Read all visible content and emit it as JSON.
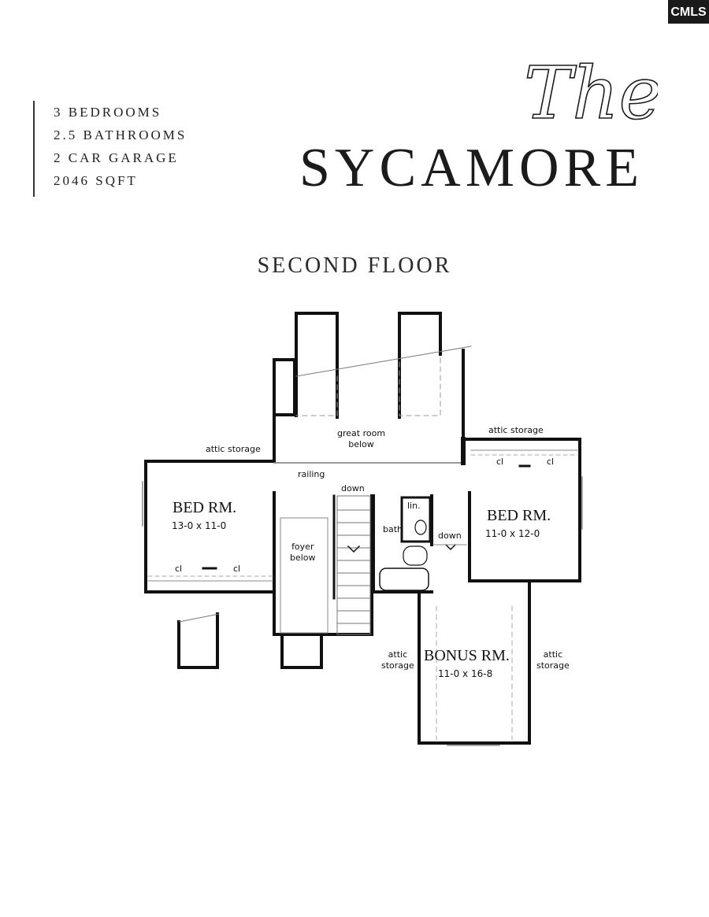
{
  "specs": {
    "bedrooms": "3 BEDROOMS",
    "bathrooms": "2.5 BATHROOMS",
    "garage": "2 CAR GARAGE",
    "sqft": "2046 SQFT"
  },
  "logo": {
    "script": "The",
    "name": "SYCAMORE"
  },
  "badge": "CMLS",
  "floor_title": "SECOND FLOOR",
  "plan": {
    "great_room": "great room\nbelow",
    "attic_storage_left": "attic storage",
    "attic_storage_right": "attic storage",
    "railing": "railing",
    "down_stair": "down",
    "down_bonus": "down",
    "lin": "lin.",
    "bath": "bath",
    "foyer": "foyer\nbelow",
    "bed1_name": "BED RM.",
    "bed1_dim": "13-0 x 11-0",
    "bed2_name": "BED RM.",
    "bed2_dim": "11-0 x 12-0",
    "bonus_name": "BONUS RM.",
    "bonus_dim": "11-0 x 16-8",
    "attic_bonus_left": "attic\nstorage",
    "attic_bonus_right": "attic\nstorage",
    "closet_1": "cl",
    "closet_2": "cl",
    "closet_3": "cl",
    "closet_4": "cl"
  }
}
